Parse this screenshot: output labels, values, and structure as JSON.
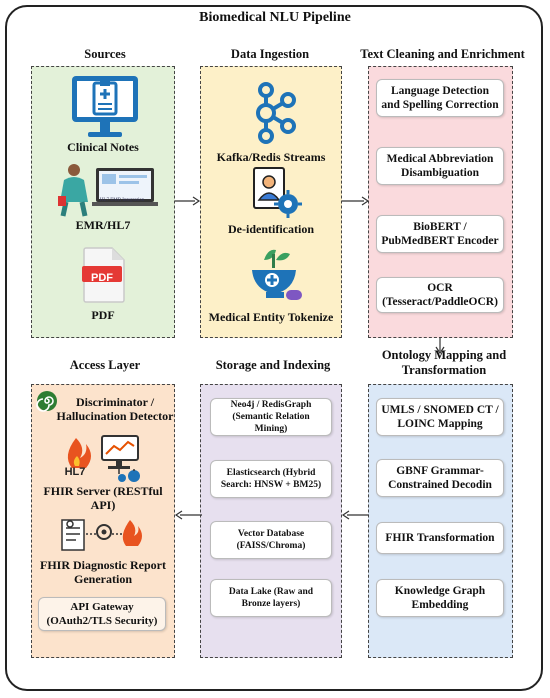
{
  "title": "Biomedical NLU Pipeline",
  "sections": {
    "sources": {
      "title": "Sources",
      "items": [
        "Clinical Notes",
        "EMR/HL7",
        "PDF"
      ],
      "emr_screen_text": "HL7 EMR Integration",
      "pdf_icon_text": "PDF"
    },
    "ingestion": {
      "title": "Data Ingestion",
      "items": [
        "Kafka/Redis Streams",
        "De-identification",
        "Medical Entity Tokenize"
      ]
    },
    "cleaning": {
      "title": "Text Cleaning and Enrichment",
      "items": [
        "Language Detection and Spelling Correction",
        "Medical Abbreviation Disambiguation",
        "BioBERT / PubMedBERT Encoder",
        "OCR (Tesseract/PaddleOCR)"
      ]
    },
    "ontology": {
      "title": "Ontology Mapping and Transformation",
      "items": [
        "UMLS / SNOMED CT / LOINC Mapping",
        "GBNF Grammar-Constrained Decodin",
        "FHIR Transformation",
        "Knowledge Graph Embedding"
      ]
    },
    "storage": {
      "title": "Storage and Indexing",
      "items": [
        "Neo4j / RedisGraph (Semantic Relation Mining)",
        "Elasticsearch (Hybrid Search: HNSW + BM25)",
        "Vector Database (FAISS/Chroma)",
        "Data Lake (Raw and Bronze layers)"
      ]
    },
    "access": {
      "title": "Access Layer",
      "items": [
        "Discriminator / Hallucination Detector",
        "FHIR Server (RESTful API)",
        "FHIR Diagnostic Report Generation",
        "API Gateway (OAuth2/TLS Security)"
      ],
      "hl7_icon_text": "HL7"
    }
  },
  "colors": {
    "sources": "#e3f1d9",
    "ingestion": "#fdf0c8",
    "cleaning": "#fadadd",
    "ontology": "#dbe8f7",
    "storage": "#e7e0ef",
    "access": "#fce3cc",
    "icon_blue": "#1e73b8"
  }
}
